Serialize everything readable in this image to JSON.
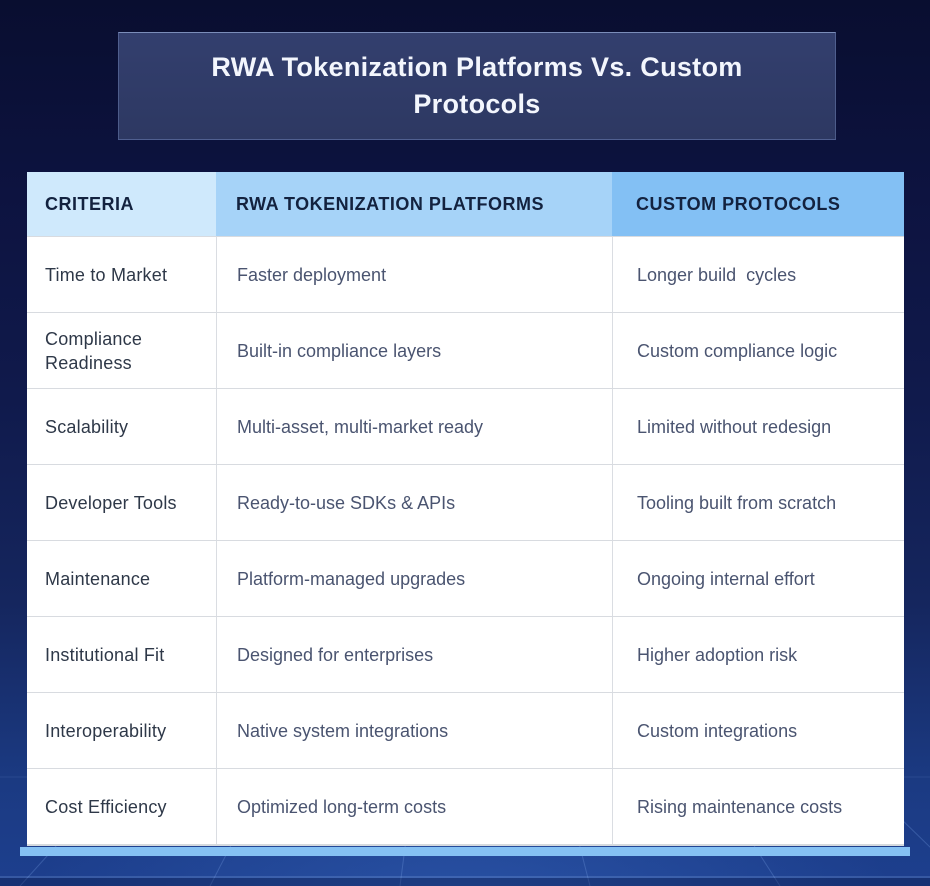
{
  "title": "RWA Tokenization Platforms Vs. Custom Protocols",
  "chart_data": {
    "type": "table",
    "title": "RWA Tokenization Platforms Vs. Custom Protocols",
    "columns": [
      "CRITERIA",
      "RWA TOKENIZATION PLATFORMS",
      "CUSTOM PROTOCOLS"
    ],
    "rows": [
      [
        "Time to Market",
        "Faster deployment",
        "Longer build  cycles"
      ],
      [
        "Compliance Readiness",
        "Built-in compliance layers",
        "Custom compliance logic"
      ],
      [
        "Scalability",
        "Multi-asset, multi-market ready",
        "Limited without redesign"
      ],
      [
        "Developer Tools",
        "Ready-to-use SDKs & APIs",
        "Tooling built from scratch"
      ],
      [
        "Maintenance",
        "Platform-managed upgrades",
        "Ongoing internal effort"
      ],
      [
        "Institutional Fit",
        "Designed for enterprises",
        "Higher adoption risk"
      ],
      [
        "Interoperability",
        "Native system integrations",
        "Custom integrations"
      ],
      [
        "Cost Efficiency",
        "Optimized long-term costs",
        "Rising maintenance costs"
      ]
    ],
    "legend": "none",
    "grid": "off"
  },
  "colors": {
    "background_top": "#090e30",
    "background_bottom": "#1d3f8e",
    "title_box_bg": "#2f3a66",
    "title_text": "#f3f6fd",
    "header_criteria_bg": "#cfe9fc",
    "header_platforms_bg": "#a6d3f8",
    "header_protocols_bg": "#83c0f4",
    "header_text": "#13223f",
    "row_bg": "#ffffff",
    "criteria_text": "#2e3848",
    "value_text": "#4a5470",
    "separator": "#d8dbe0",
    "accent_bar": "#85c1f3"
  }
}
